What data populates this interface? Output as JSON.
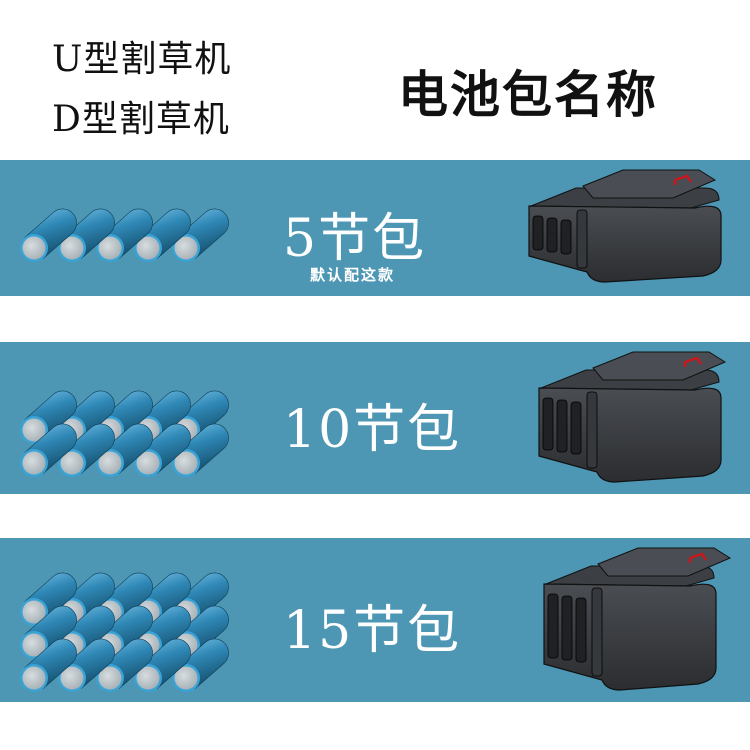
{
  "header": {
    "models": [
      "U型割草机",
      "D型割草机"
    ],
    "title": "电池包名称"
  },
  "packs": [
    {
      "cells": 5,
      "label": "5节包",
      "note": "默认配这款"
    },
    {
      "cells": 10,
      "label": "10节包",
      "note": ""
    },
    {
      "cells": 15,
      "label": "15节包",
      "note": ""
    }
  ],
  "colors": {
    "band": "#4d97b4",
    "cell": "#2f88b6",
    "cell_end": "#a9b3b8",
    "pack_body": "#2b2d30",
    "indicator": "#d0151b"
  }
}
